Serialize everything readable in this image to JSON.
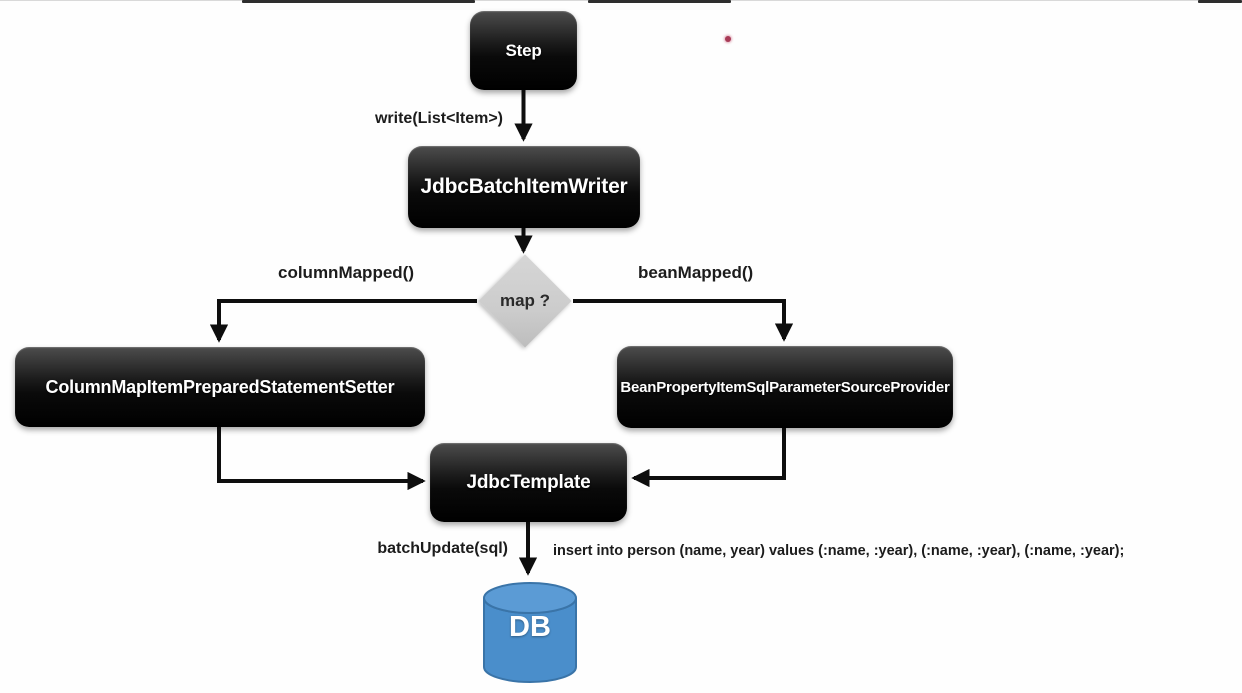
{
  "diagram": {
    "title": "JdbcBatchItemWriter flow diagram",
    "nodes": {
      "step": {
        "label": "Step"
      },
      "writer": {
        "label": "JdbcBatchItemWriter"
      },
      "decision": {
        "label": "map ?"
      },
      "column_setter": {
        "label": "ColumnMapItemPreparedStatementSetter"
      },
      "bean_provider": {
        "label": "BeanPropertyItemSqlParameterSourceProvider"
      },
      "jdbc_template": {
        "label": "JdbcTemplate"
      },
      "db": {
        "label": "DB"
      }
    },
    "edge_labels": {
      "write": "write(List<Item>)",
      "column_mapped": "columnMapped()",
      "bean_mapped": "beanMapped()",
      "batch_update": "batchUpdate(sql)",
      "sql": "insert into person (name, year) values (:name, :year), (:name, :year), (:name, :year);"
    },
    "colors": {
      "node_fill_top": "#4d4d4d",
      "node_fill_bottom": "#000000",
      "node_text": "#ffffff",
      "decision_fill": "#cccccc",
      "arrow": "#0e0e0e",
      "db_fill": "#4a8ecb",
      "db_fill_top": "#5b9bd5",
      "db_stroke": "#3a74a8",
      "label_text": "#1c1c1c",
      "laser_dot": "#a83a56"
    }
  }
}
